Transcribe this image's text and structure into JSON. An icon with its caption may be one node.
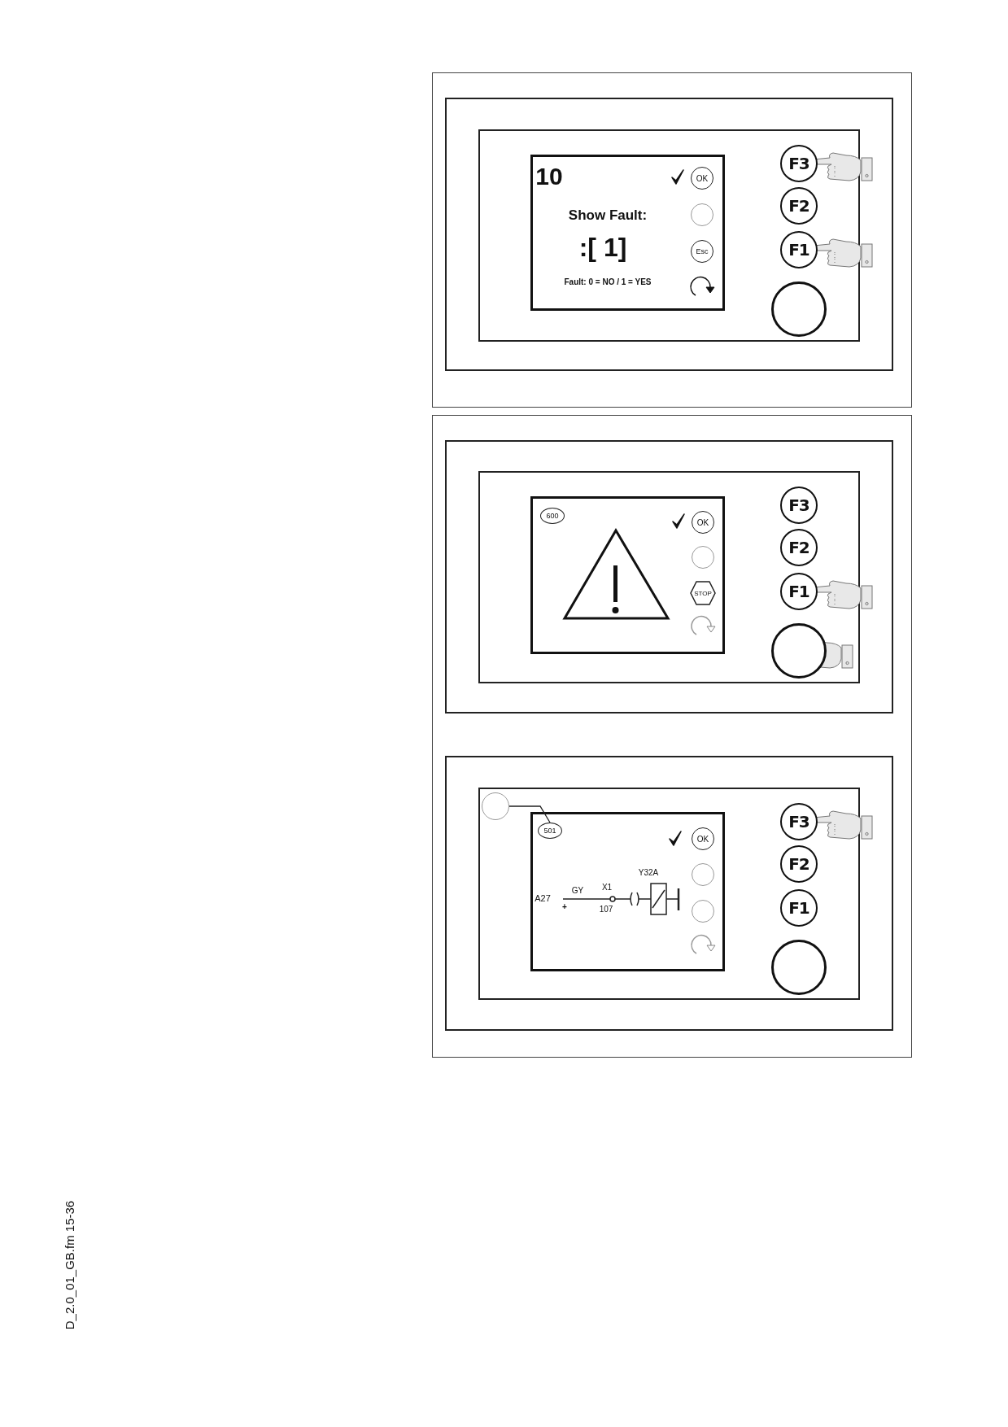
{
  "diagram": {
    "nodes": [
      {
        "text": [
          "OK"
        ]
      },
      {
        "text": [],
        "shape": "circle"
      },
      {
        "text": [
          "Esc"
        ]
      },
      {
        "text": [
          "F3"
        ]
      },
      {
        "text": [
          "F2"
        ]
      },
      {
        "text": [
          "F1"
        ]
      },
      {
        "text": [],
        "shape": "circle"
      },
      {
        "text": [
          "600"
        ]
      },
      {
        "text": [
          "OK"
        ]
      },
      {
        "text": [],
        "shape": "circle"
      },
      {
        "text": [
          "STOP"
        ]
      },
      {
        "text": [
          "F3"
        ]
      },
      {
        "text": [
          "F2"
        ]
      },
      {
        "text": [
          "F1"
        ]
      },
      {
        "text": [],
        "shape": "circle"
      },
      {
        "text": [],
        "shape": "circle"
      },
      {
        "text": [
          "501"
        ]
      },
      {
        "text": [
          "OK"
        ]
      },
      {
        "text": [],
        "shape": "circle"
      },
      {
        "text": [],
        "shape": "circle"
      },
      {
        "text": [
          "F3"
        ]
      },
      {
        "text": [
          "F2"
        ]
      },
      {
        "text": [
          "F1"
        ]
      },
      {
        "text": [],
        "shape": "circle"
      }
    ],
    "edges": [
      {
        "from": 15,
        "to": 16,
        "arrow": "none"
      }
    ],
    "labels": [
      "10",
      "Show Fault:",
      ":[ 1]",
      "Fault: 0 = NO / 1 = YES",
      "Y32A",
      "GY",
      "X1",
      "A27",
      "+",
      "107",
      "D_2.0_01_GB.fm 15-36"
    ]
  }
}
